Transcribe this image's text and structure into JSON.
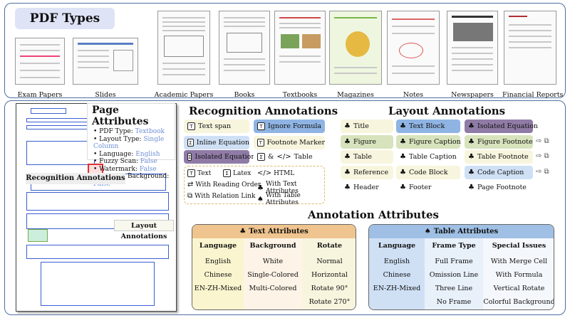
{
  "pdf_types": {
    "title": "PDF Types",
    "items": [
      "Exam Papers",
      "Slides",
      "Academic Papers",
      "Books",
      "Textbooks",
      "Magazines",
      "Notes",
      "Newspapers",
      "Financial Reports"
    ]
  },
  "page_attributes": {
    "title": "Page Attributes",
    "rows": [
      {
        "k": "PDF Type:",
        "v": "Textbook"
      },
      {
        "k": "Layout Type:",
        "v": "Single Column"
      },
      {
        "k": "Language:",
        "v": "English"
      },
      {
        "k": "Fuzzy Scan:",
        "v": "False"
      },
      {
        "k": "Watermark:",
        "v": "False"
      },
      {
        "k": "Colorful Background:",
        "v": "False"
      }
    ]
  },
  "callouts": {
    "recognition": "Recognition Annotations",
    "layout": "Layout Annotations"
  },
  "recognition": {
    "title": "Recognition Annotations",
    "chips": [
      "Text span",
      "Ignore Formula",
      "Inline Equation",
      "Footnote Marker",
      "Isolated Equation",
      "Table"
    ],
    "legend": [
      "Text",
      "Latex",
      "HTML",
      "With Reading Order",
      "With Text Attributes",
      "With Relation Link",
      "With Table Attributes"
    ],
    "amp": "&"
  },
  "layout": {
    "title": "Layout Annotations",
    "chips": [
      "Title",
      "Text Block",
      "Isolated Equation",
      "Figure",
      "Figure Caption",
      "Figure Footnote",
      "Table",
      "Table Caption",
      "Table Footnote",
      "Reference",
      "Code Block",
      "Code Caption",
      "Header",
      "Footer",
      "Page Footnote"
    ]
  },
  "attributes": {
    "title": "Annotation Attributes",
    "text": {
      "title": "Text Attributes",
      "headers": [
        "Language",
        "Background",
        "Rotate"
      ],
      "cols": [
        [
          "English",
          "Chinese",
          "EN-ZH-Mixed"
        ],
        [
          "White",
          "Single-Colored",
          "Multi-Colored"
        ],
        [
          "Normal",
          "Horizontal",
          "Rotate 90°",
          "Rotate 270°"
        ]
      ]
    },
    "table": {
      "title": "Table Attributes",
      "headers": [
        "Language",
        "Frame Type",
        "Special Issues"
      ],
      "cols": [
        [
          "English",
          "Chinese",
          "EN-ZH-Mixed"
        ],
        [
          "Full Frame",
          "Omission Line",
          "Three Line",
          "No Frame"
        ],
        [
          "With Merge Cell",
          "With Formula",
          "Vertical Rotate",
          "Colorful Background"
        ]
      ]
    }
  },
  "colors": {
    "blue": "#8fb4e3",
    "green": "#d7e3bc",
    "purple": "#8f7ba5",
    "yellow": "#fbf5cf",
    "orange": "#f0c48f",
    "tableblue": "#9fc0e4"
  }
}
